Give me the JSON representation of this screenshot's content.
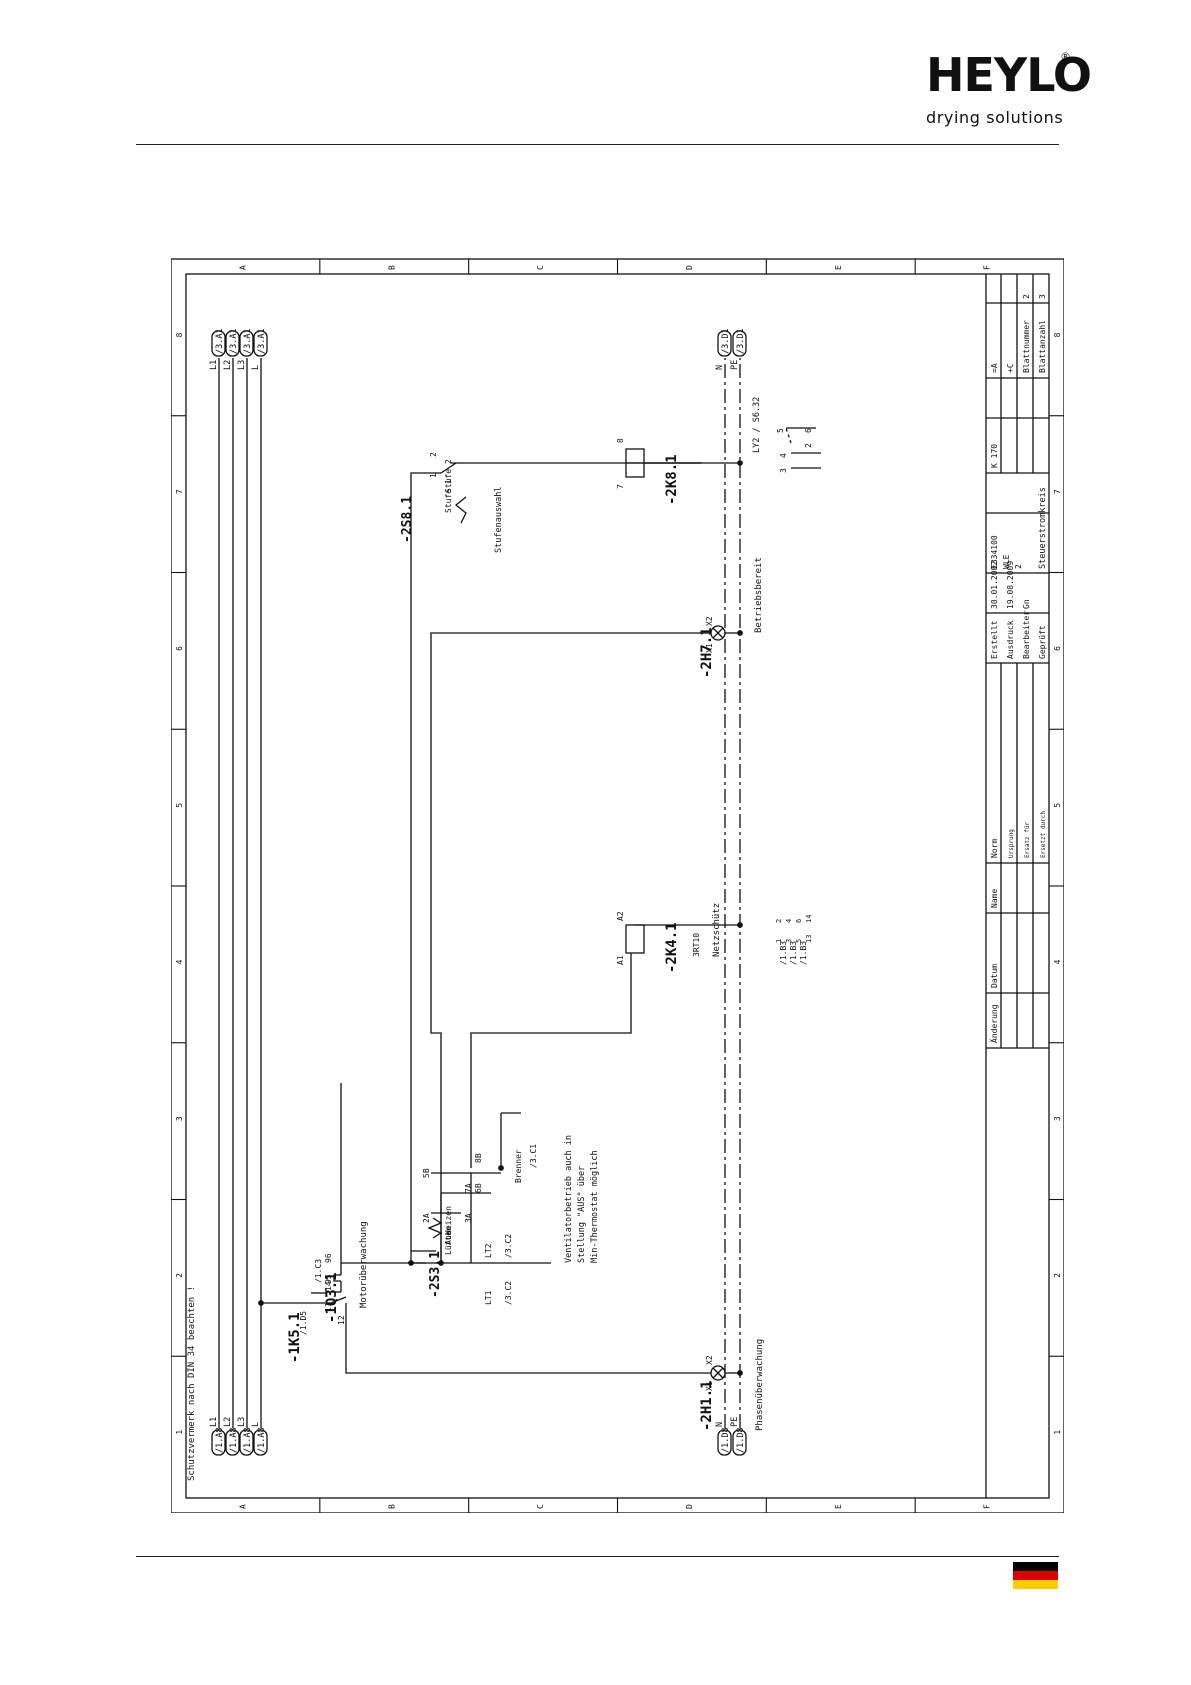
{
  "header": {
    "logo_mark": "HEYLO",
    "logo_registered": "®",
    "logo_tagline": "drying solutions"
  },
  "frame": {
    "row_letters": [
      "A",
      "B",
      "C",
      "D",
      "E",
      "F"
    ],
    "column_numbers": [
      "1",
      "2",
      "3",
      "4",
      "5",
      "6",
      "7",
      "8"
    ]
  },
  "diagram": {
    "protection_note": "Schutzvermerk nach DIN 34 beachten !",
    "terminals_left": [
      {
        "label": "L1",
        "ref": "/1.A8"
      },
      {
        "label": "L2",
        "ref": "/1.A8"
      },
      {
        "label": "L3",
        "ref": "/1.A8"
      },
      {
        "label": "L",
        "ref": "/1.A8"
      }
    ],
    "terminals_right": [
      {
        "label": "L1",
        "ref": "/3.A1"
      },
      {
        "label": "L2",
        "ref": "/3.A1"
      },
      {
        "label": "L3",
        "ref": "/3.A1"
      },
      {
        "label": "L",
        "ref": "/3.A1"
      }
    ],
    "terminals_n_left": [
      {
        "label": "N",
        "ref": "/1.D8"
      },
      {
        "label": "PE",
        "ref": "/1.D8"
      }
    ],
    "terminals_n_right": [
      {
        "label": "N",
        "ref": "/3.D1"
      },
      {
        "label": "PE",
        "ref": "/3.D1"
      }
    ],
    "components": {
      "h1": {
        "tag": "-2H1.1",
        "pin_a": "X1",
        "pin_b": "X2",
        "caption": "Phasenüberwachung"
      },
      "k5": {
        "tag": "-1K5.1",
        "ref": "/1.D5",
        "pin_11": "11",
        "pin_12": "12",
        "pin_14": "14"
      },
      "q3": {
        "tag": "-1Q3.1",
        "ref": "/1.C3",
        "pin_95": "95",
        "pin_96": "96",
        "caption": "Motorüberwachung"
      },
      "s3": {
        "tag": "-2S3.1",
        "positions": [
          "Lüften",
          "Aus",
          "Heizen"
        ],
        "contacts": [
          "2A",
          "3A",
          "5B",
          "6B",
          "7A",
          "8B"
        ],
        "lt1": "LT1",
        "lt1_ref": "/3.C2",
        "lt2": "LT2",
        "lt2_ref": "/3.C2",
        "burner": "Brenner",
        "burner_ref": "/3.C1",
        "note": [
          "Ventilatorbetrieb auch in",
          "Stellung \"AUS\" über",
          "Min-Thermostat möglich"
        ]
      },
      "k4": {
        "tag": "-2K4.1",
        "pin_a": "A1",
        "pin_b": "A2",
        "type": "3RT10",
        "caption": "Netzschütz",
        "contact_refs": [
          "/1.B3",
          "/1.B3",
          "/1.B3"
        ],
        "contact_pins": [
          "1",
          "2",
          "3",
          "4",
          "5",
          "6",
          "13",
          "14"
        ]
      },
      "h7": {
        "tag": "-2H7.1",
        "pin_a": "X1",
        "pin_b": "X2",
        "caption": "Betriebsbereit"
      },
      "s8": {
        "tag": "-2S8.1",
        "positions": [
          "Stufe 1",
          "Stufe 2"
        ],
        "pin_1": "1",
        "pin_2": "2",
        "caption": "Stufenauswahl",
        "aux_pins": [
          "3",
          "4",
          "5",
          "6",
          "2"
        ]
      },
      "k8": {
        "tag": "-2K8.1",
        "pin_a": "7",
        "pin_b": "8",
        "link": "LY2 / S6.32"
      }
    }
  },
  "title_block": {
    "change_headers": [
      "Änderung",
      "Datum",
      "Name",
      "Norm"
    ],
    "small_labels": [
      "Ursprung",
      "Ersatz für",
      "Ersetzt durch"
    ],
    "created_label": "Erstellt",
    "created_value": "30.01.2002",
    "printed_label": "Ausdruck",
    "printed_value": "19.08.2009",
    "edited_label": "Bearbeiter",
    "edited_value": "Gn",
    "checked_label": "Geprüft",
    "drawing_number": "E334100",
    "drawing_code": "WLE",
    "revision": "2",
    "drawing_title": "Steuerstromkreis",
    "model": "K 170",
    "equipment_tag": "=A",
    "location_tag": "+C",
    "sheet_number_label": "Blattnummer",
    "sheet_number": "2",
    "sheet_count_label": "Blattanzahl",
    "sheet_count": "3"
  },
  "colors": {
    "ink": "#111111",
    "flag_black": "#000000",
    "flag_red": "#dd0000",
    "flag_gold": "#ffce00"
  }
}
